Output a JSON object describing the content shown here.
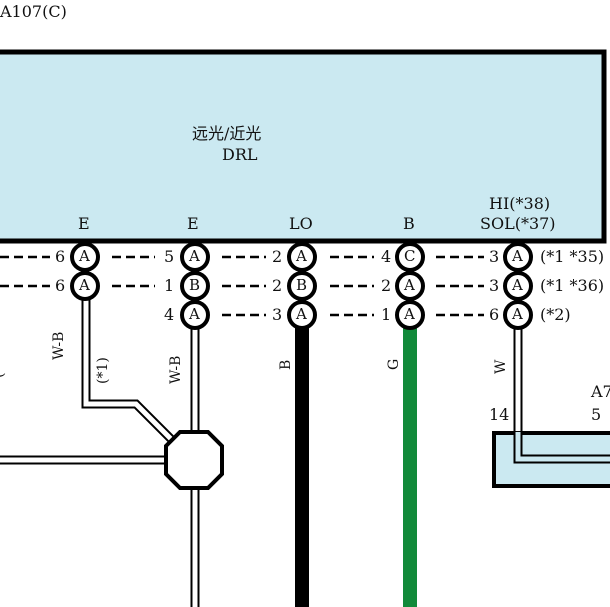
{
  "header": {
    "connector_id": "A107(C)"
  },
  "module": {
    "title": "远光/近光",
    "subtitle": "DRL",
    "fill": "#cbe9f1"
  },
  "pins": {
    "col1": {
      "label": "E",
      "rows": [
        {
          "num": "6",
          "letter": "A"
        },
        {
          "num": "6",
          "letter": "A"
        }
      ]
    },
    "col2": {
      "label": "E",
      "rows": [
        {
          "num": "5",
          "letter": "A"
        },
        {
          "num": "1",
          "letter": "B"
        },
        {
          "num": "4",
          "letter": "A"
        }
      ]
    },
    "col3": {
      "label": "LO",
      "rows": [
        {
          "num": "2",
          "letter": "A"
        },
        {
          "num": "2",
          "letter": "B"
        },
        {
          "num": "3",
          "letter": "A"
        }
      ]
    },
    "col4": {
      "label": "B",
      "rows": [
        {
          "num": "4",
          "letter": "C"
        },
        {
          "num": "2",
          "letter": "A"
        },
        {
          "num": "1",
          "letter": "A"
        }
      ]
    },
    "col5": {
      "label_line1": "HI(*38)",
      "label_line2": "SOL(*37)",
      "rows": [
        {
          "num": "3",
          "letter": "A"
        },
        {
          "num": "3",
          "letter": "A"
        },
        {
          "num": "6",
          "letter": "A"
        }
      ]
    }
  },
  "variants": {
    "row1": "(*1 *35)",
    "row2": "(*1 *36)",
    "row3": "(*2)"
  },
  "wires": {
    "col1": "W-B",
    "col1_note": "(*1)",
    "col2": "W-B",
    "col3": "B",
    "col4": "G",
    "col5": "W",
    "left_edge": "(*"
  },
  "colors": {
    "wire_black": "#000000",
    "wire_green": "#118a3a",
    "module_fill": "#cbe9f1"
  },
  "lower_connector": {
    "id": "A7",
    "pin_left": "14",
    "pin_right": "5"
  }
}
